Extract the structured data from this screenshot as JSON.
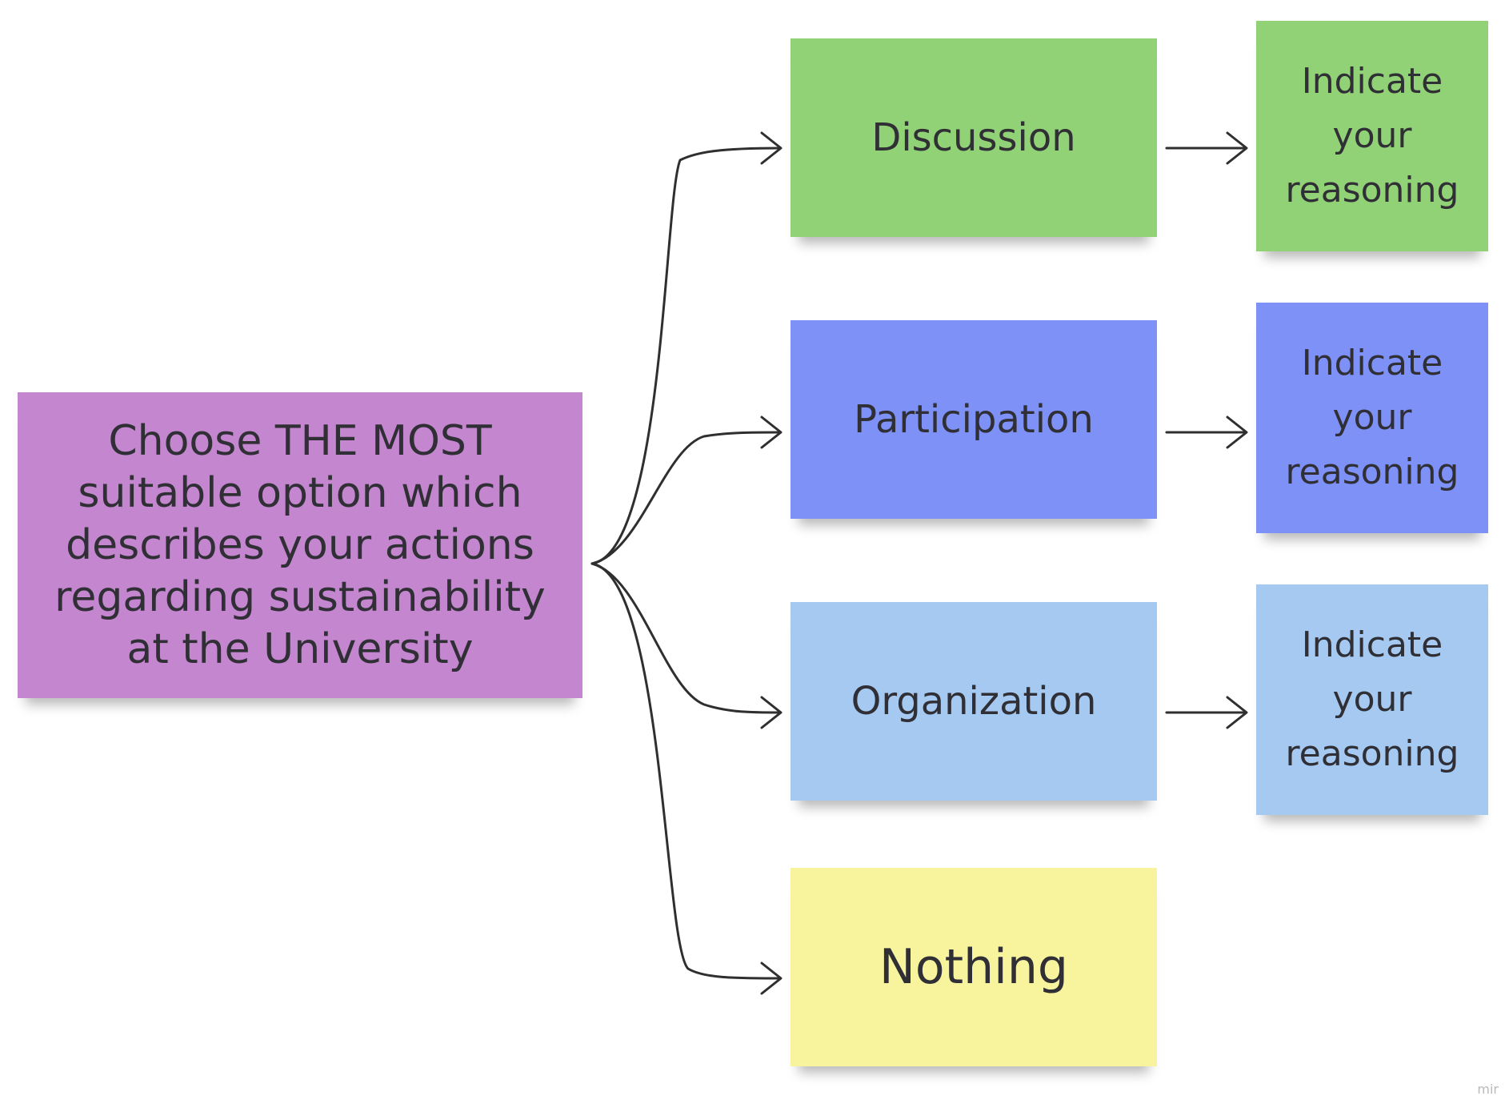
{
  "question": {
    "text": "Choose THE MOST\nsuitable option which\ndescribes your actions\nregarding sustainability\nat the University",
    "color": "#c386cf"
  },
  "options": [
    {
      "label": "Discussion",
      "color": "#92d277"
    },
    {
      "label": "Participation",
      "color": "#7e91f6"
    },
    {
      "label": "Organization",
      "color": "#a5c9f1"
    },
    {
      "label": "Nothing",
      "color": "#f8f39d"
    }
  ],
  "reasons": [
    {
      "text": "Indicate\nyour\nreasoning",
      "color": "#92d277"
    },
    {
      "text": "Indicate\nyour\nreasoning",
      "color": "#7e91f6"
    },
    {
      "text": "Indicate\nyour\nreasoning",
      "color": "#a5c9f1"
    }
  ],
  "watermark": "mir"
}
